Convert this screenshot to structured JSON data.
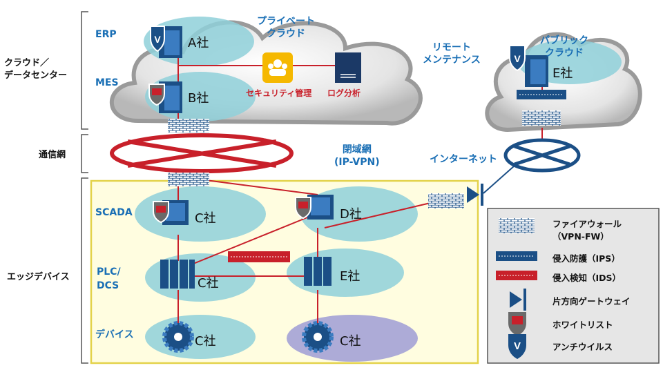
{
  "left_labels": {
    "cloud_dc": "クラウド／\nデータセンター",
    "network": "通信網",
    "edge": "エッジデバイス"
  },
  "layers": {
    "erp": "ERP",
    "mes": "MES",
    "scada": "SCADA",
    "plc": "PLC/\nDCS",
    "device": "デバイス"
  },
  "clouds": {
    "private": "プライベート\nクラウド",
    "public": "パブリック\nクラウド",
    "remote": "リモート\nメンテナンス"
  },
  "networks": {
    "closed": "閉域網\n(IP-VPN)",
    "internet": "インターネット"
  },
  "tools": {
    "security_mgmt": "セキュリティ管理",
    "log_analysis": "ログ分析"
  },
  "companies": {
    "a": "A社",
    "b": "B社",
    "c_scada": "C社",
    "d": "D社",
    "c_plc": "C社",
    "e_plc": "E社",
    "c_dev1": "C社",
    "c_dev2": "C社",
    "e_cloud": "E社"
  },
  "legend": [
    {
      "icon": "firewall",
      "label": "ファイアウォール\n（VPN-FW）"
    },
    {
      "icon": "ips",
      "label": "侵入防護（IPS）"
    },
    {
      "icon": "ids",
      "label": "侵入検知（IDS）"
    },
    {
      "icon": "one-way-gateway",
      "label": "片方向ゲートウェイ"
    },
    {
      "icon": "whitelist",
      "label": "ホワイトリスト"
    },
    {
      "icon": "antivirus",
      "label": "アンチウイルス"
    }
  ],
  "colors": {
    "blue_text": "#1a6fb5",
    "red_line": "#c8202a",
    "edge_fill": "#fffde0",
    "edge_border": "#e3d24a",
    "teal_ellipse": "#8fd0d9",
    "purple_ellipse": "#a9a7d6"
  }
}
